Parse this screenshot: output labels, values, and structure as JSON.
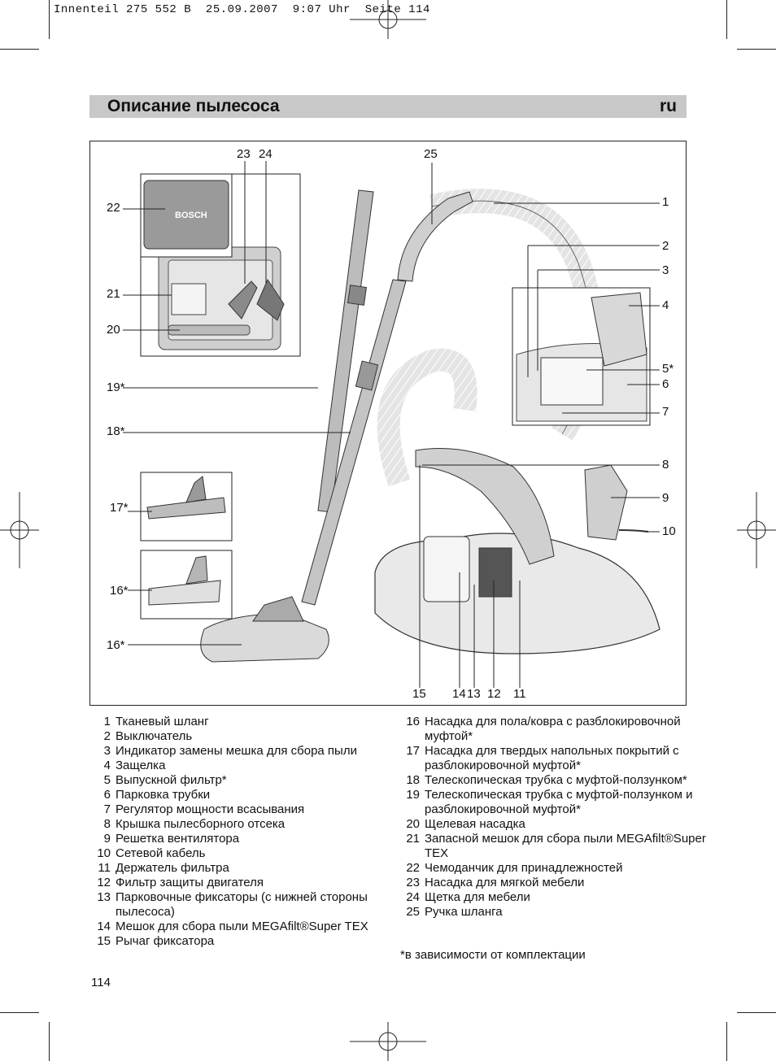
{
  "print_header": "Innenteil 275 552 B  25.09.2007  9:07 Uhr  Seite 114",
  "title": "Описание пылесоса",
  "lang_code": "ru",
  "brand_case_text": "BOSCH",
  "callouts": {
    "c1": "1",
    "c2": "2",
    "c3": "3",
    "c4": "4",
    "c5": "5*",
    "c6": "6",
    "c7": "7",
    "c8": "8",
    "c9": "9",
    "c10": "10",
    "c11": "11",
    "c12": "12",
    "c13": "13",
    "c14": "14",
    "c15": "15",
    "c16a": "16*",
    "c16b": "16*",
    "c17": "17*",
    "c18": "18*",
    "c19": "19*",
    "c20": "20",
    "c21": "21",
    "c22": "22",
    "c23": "23",
    "c24": "24",
    "c25": "25"
  },
  "legend_left": [
    {
      "num": "1",
      "text": "Тканевый шланг"
    },
    {
      "num": "2",
      "text": "Выключатель"
    },
    {
      "num": "3",
      "text": "Индикатор замены мешка для сбора пыли"
    },
    {
      "num": "4",
      "text": "Защелка"
    },
    {
      "num": "5",
      "text": "Выпускной фильтр*"
    },
    {
      "num": "6",
      "text": "Парковка трубки"
    },
    {
      "num": "7",
      "text": "Регулятор мощности всасывания"
    },
    {
      "num": "8",
      "text": "Крышка пылесборного отсека"
    },
    {
      "num": "9",
      "text": "Решетка вентилятора"
    },
    {
      "num": "10",
      "text": "Сетевой кабель"
    },
    {
      "num": "11",
      "text": "Держатель фильтра"
    },
    {
      "num": "12",
      "text": "Фильтр защиты двигателя"
    },
    {
      "num": "13",
      "text": "Парковочные фиксаторы (с нижней стороны пылесоса)"
    },
    {
      "num": "14",
      "text": "Мешок для сбора пыли MEGAfilt®Super TEX"
    },
    {
      "num": "15",
      "text": "Рычаг фиксатора"
    }
  ],
  "legend_right": [
    {
      "num": "16",
      "text": "Насадка для пола/ковра с разблокировочной муфтой*"
    },
    {
      "num": "17",
      "text": "Насадка для твердых напольных покрытий с разблокировочной муфтой*"
    },
    {
      "num": "18",
      "text": "Телескопическая трубка с муфтой-ползунком*"
    },
    {
      "num": "19",
      "text": "Телескопическая трубка с муфтой-ползунком и разблокировочной муфтой*"
    },
    {
      "num": "20",
      "text": "Щелевая насадка"
    },
    {
      "num": "21",
      "text": "Запасной мешок для сбора пыли MEGAfilt®Super TEX"
    },
    {
      "num": "22",
      "text": "Чемоданчик для принадлежностей"
    },
    {
      "num": "23",
      "text": "Насадка для мягкой мебели"
    },
    {
      "num": "24",
      "text": "Щетка для мебели"
    },
    {
      "num": "25",
      "text": "Ручка шланга"
    }
  ],
  "footnote": "*в зависимости от комплектации",
  "page_number": "114"
}
